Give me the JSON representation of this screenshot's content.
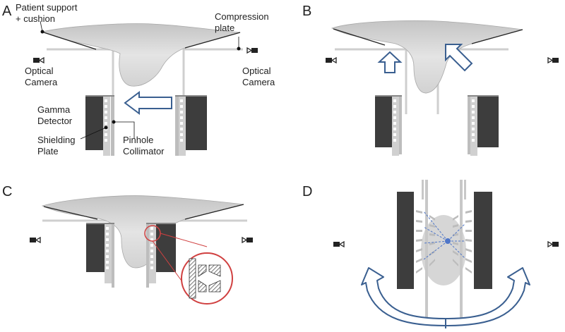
{
  "panels": {
    "a": {
      "letter": "A",
      "labels": {
        "patient_support_1": "Patient support",
        "patient_support_2": "+ cushion",
        "compression_1": "Compression",
        "compression_2": "plate",
        "optical_left_1": "Optical",
        "optical_left_2": "Camera",
        "optical_right_1": "Optical",
        "optical_right_2": "Camera",
        "gamma_1": "Gamma",
        "gamma_2": "Detector",
        "shielding_1": "Shielding",
        "shielding_2": "Plate",
        "pinhole_1": "Pinhole",
        "pinhole_2": "Collimator"
      }
    },
    "b": {
      "letter": "B"
    },
    "c": {
      "letter": "C"
    },
    "d": {
      "letter": "D"
    }
  },
  "colors": {
    "arrow": "#3a5f90",
    "detector": "#3d3d3d",
    "tissue": "#dadada",
    "plate": "#cfcfcf",
    "zoom_circle": "#d04040",
    "ray": "#4f76c8"
  },
  "icons": [
    "optical-camera-icon",
    "hollow-arrow-icon",
    "curved-double-arrow-icon",
    "zoom-circle-icon"
  ]
}
